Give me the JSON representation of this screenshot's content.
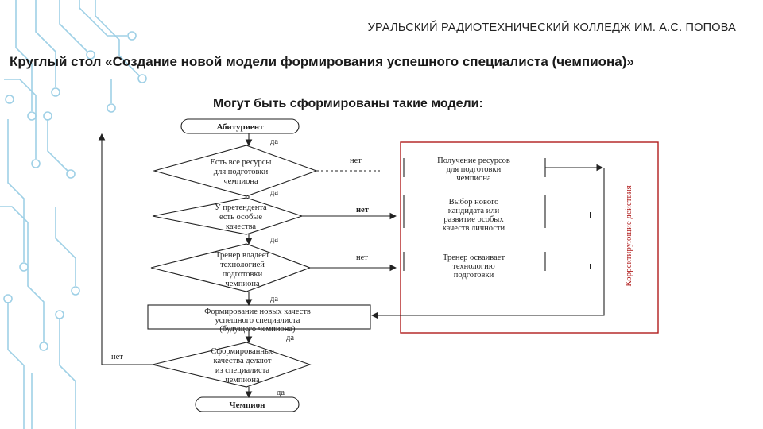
{
  "header": {
    "college": "УРАЛЬСКИЙ РАДИОТЕХНИЧЕСКИЙ КОЛЛЕДЖ ИМ. А.С. ПОПОВА",
    "round_table": "Круглый стол «Создание новой модели формирования успешного специалиста (чемпиона)»",
    "subtitle": "Могут быть сформированы такие модели:"
  },
  "flowchart": {
    "start": "Абитуриент",
    "end": "Чемпион",
    "decisions": [
      [
        "Есть все ресурсы",
        "для подготовки",
        "чемпиона"
      ],
      [
        "У претендента",
        "есть особые",
        "качества"
      ],
      [
        "Тренер владеет",
        "технологией",
        "подготовки",
        "чемпиона"
      ],
      [
        "Сформированные",
        "качества делают",
        "из специалиста",
        "чемпиона"
      ]
    ],
    "process": [
      "Формирование новых качеств",
      "успешного специалиста",
      "(будущего чемпиона)"
    ],
    "actions": [
      [
        "Получение ресурсов",
        "для подготовки",
        "чемпиона"
      ],
      [
        "Выбор нового",
        "кандидата или",
        "развитие особых",
        "качеств личности"
      ],
      [
        "Тренер осваивает",
        "технологию",
        "подготовки"
      ]
    ],
    "yes_label": "да",
    "no_label": "нет",
    "corrective_label": "Корректирующие действия"
  },
  "colors": {
    "frame_red": "#b01c1c",
    "line": "#222222",
    "circuit": "#9fd0e6"
  },
  "icons": [
    "circuit-decoration"
  ]
}
